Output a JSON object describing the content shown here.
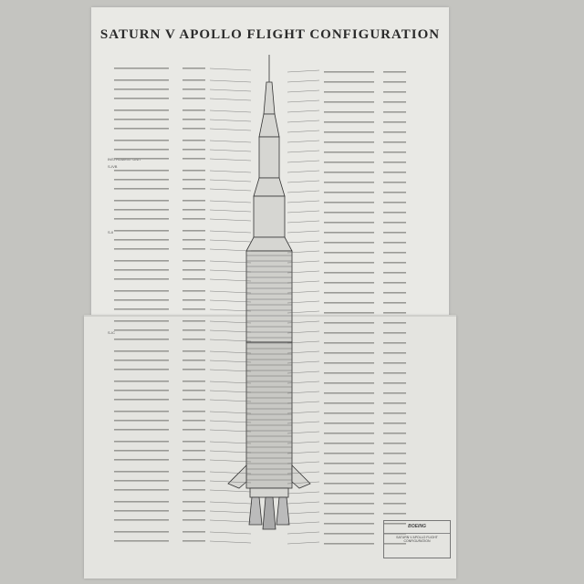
{
  "document": {
    "title": "SATURN V APOLLO FLIGHT CONFIGURATION",
    "stages": [
      "INSTRUMENT UNIT",
      "S-IVB",
      "S-II",
      "S-IC"
    ],
    "title_block": {
      "company": "BOEING",
      "drawing_title": "SATURN V APOLLO FLIGHT CONFIGURATION"
    }
  },
  "colors": {
    "paper": "#e9e9e5",
    "ink": "#2a2a2a",
    "background": "#c4c4c0"
  }
}
